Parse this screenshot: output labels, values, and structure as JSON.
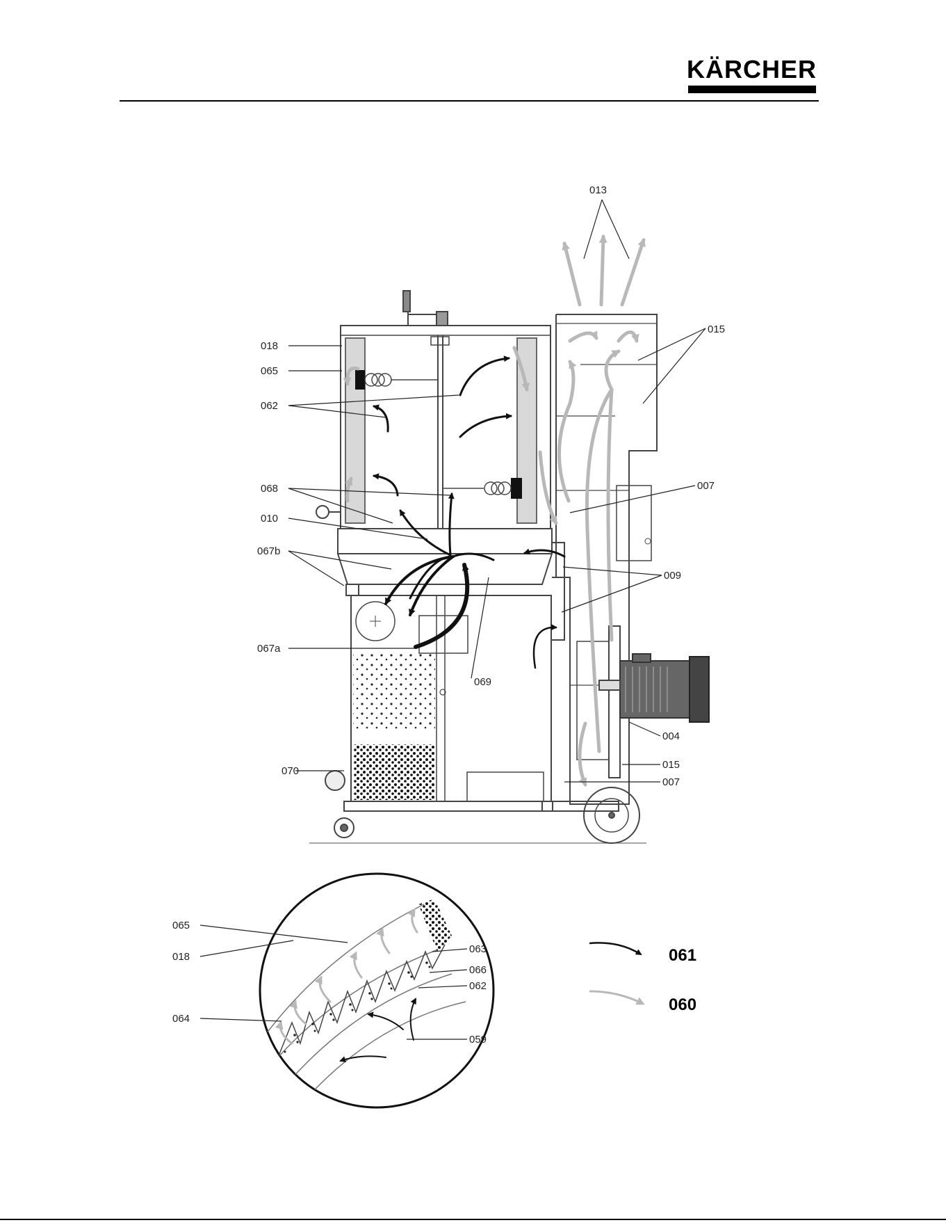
{
  "header": {
    "brand": "KÄRCHER"
  },
  "diagram": {
    "labels": {
      "l013": "013",
      "l015a": "015",
      "l018": "018",
      "l065": "065",
      "l062": "062",
      "l068": "068",
      "l010": "010",
      "l067b": "067b",
      "l067a": "067a",
      "l007a": "007",
      "l009": "009",
      "l069": "069",
      "l004": "004",
      "l015b": "015",
      "l007b": "007",
      "l070": "070"
    },
    "detail_labels": {
      "d065": "065",
      "d018": "018",
      "d064": "064",
      "d063": "063",
      "d066": "066",
      "d062": "062",
      "d059": "059"
    },
    "legend": {
      "dark_arrow": "061",
      "light_arrow": "060"
    },
    "colors": {
      "dark_flow": "#111111",
      "light_flow": "#b8b8b8",
      "filter": "#d8d8d8",
      "outline": "#444444"
    }
  }
}
